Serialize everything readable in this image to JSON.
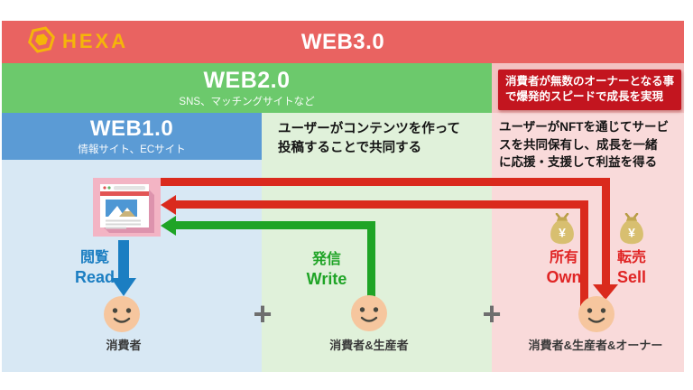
{
  "brand": {
    "name": "HEXA"
  },
  "bars": {
    "web3": {
      "title": "WEB3.0"
    },
    "web2": {
      "title": "WEB2.0",
      "subtitle": "SNS、マッチングサイトなど"
    },
    "web1": {
      "title": "WEB1.0",
      "subtitle": "情報サイト、ECサイト"
    }
  },
  "callout": {
    "lines": [
      "消費者が無数のオーナーとなる事",
      "で爆発的スピードで成長を実現"
    ]
  },
  "descriptions": {
    "web2": {
      "lines": [
        "ユーザーがコンテンツを作って",
        "投稿することで共同する"
      ]
    },
    "web3": {
      "lines": [
        "ユーザーがNFTを通じてサービ",
        "スを共同保有し、成長を一緒",
        "に応援・支援して利益を得る"
      ]
    }
  },
  "actions": {
    "read": {
      "jp": "閲覧",
      "en": "Read"
    },
    "write": {
      "jp": "発信",
      "en": "Write"
    },
    "own": {
      "jp": "所有",
      "en": "Own"
    },
    "sell": {
      "jp": "転売",
      "en": "Sell"
    }
  },
  "currency_symbol": "¥",
  "plus_sign": "+",
  "personas": [
    {
      "label": "消費者"
    },
    {
      "label": "消費者&生産者"
    },
    {
      "label": "消費者&生産者&オーナー"
    }
  ],
  "colors": {
    "web3_bar": "#e96361",
    "web2_bar": "#6cc96c",
    "web1_bar": "#5b9bd5",
    "web1_column": "#d8e8f4",
    "web2_column": "#e0f1da",
    "web3_column": "#f9dada",
    "callout_bg": "#c3151f",
    "arrow_red": "#da2a1d",
    "arrow_green": "#1fa426",
    "arrow_blue": "#1b7ec2",
    "brand_gold": "#f5b50a"
  }
}
